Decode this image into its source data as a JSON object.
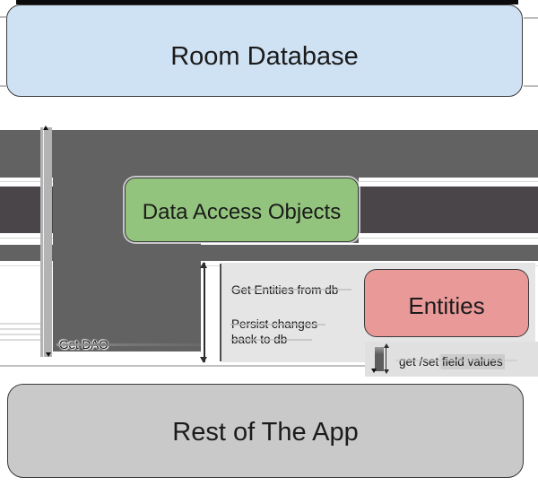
{
  "nodes": {
    "room_database": {
      "label": "Room Database",
      "fill": "#cfe2f3"
    },
    "data_access_objects": {
      "label": "Data Access Objects",
      "fill": "#93c47d"
    },
    "entities": {
      "label": "Entities",
      "fill": "#ea9999"
    },
    "rest_of_app": {
      "label": "Rest of The App",
      "fill": "#c9c9c9"
    }
  },
  "edge_labels": {
    "get_dao": "Get DAO",
    "get_entities": "Get Entities from db",
    "persist_line1": "Persist changes",
    "persist_line2": "back to db",
    "get_set_fields": "get /set field values"
  },
  "palette": {
    "band_gray": "#626262",
    "band_dark": "#4a4549",
    "left_bar_gray": "#b3b3b3",
    "panel_gray": "#e5e5e5",
    "arrow_dark": "#2d2d2d",
    "node_border": "#3a3a3a"
  }
}
